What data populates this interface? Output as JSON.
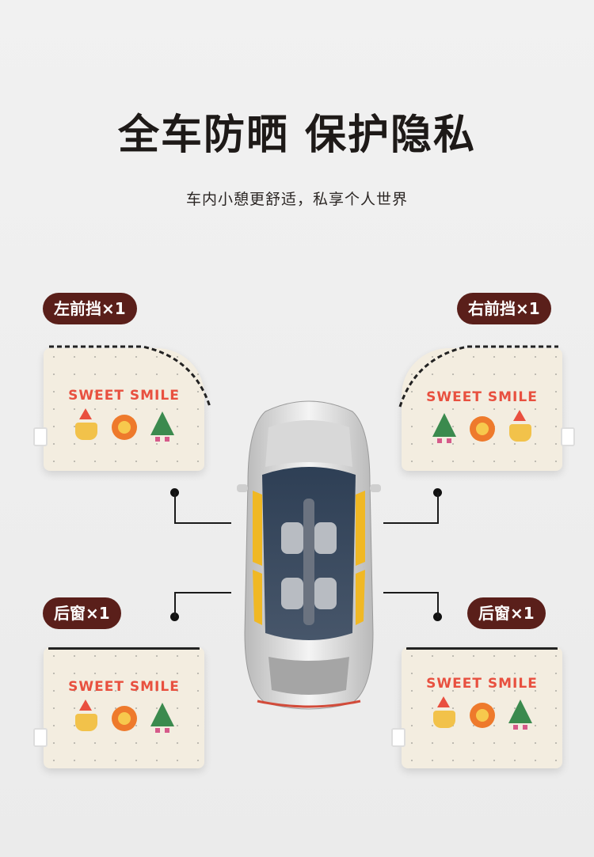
{
  "heading": {
    "title": "全车防晒 保护隐私",
    "subtitle": "车内小憩更舒适，私享个人世界"
  },
  "labels": {
    "front_left": "左前挡×1",
    "front_right": "右前挡×1",
    "rear_left": "后窗×1",
    "rear_right": "后窗×1"
  },
  "panel_print": {
    "text": "SWEET SMILE"
  },
  "colors": {
    "badge_bg": "#5a1f1a",
    "panel_bg": "#f3ede0",
    "title_text": "#1e1a18"
  }
}
